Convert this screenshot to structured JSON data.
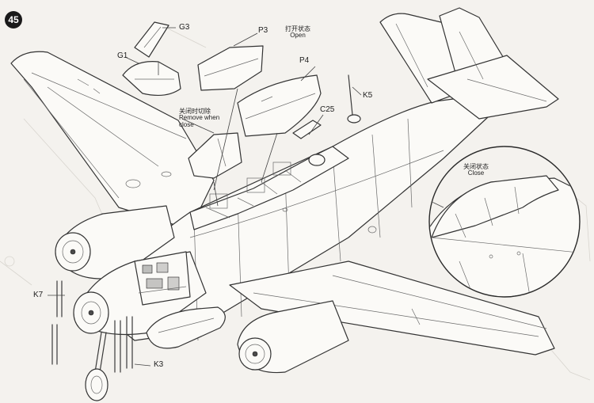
{
  "step_number": "45",
  "parts": {
    "g3": "G3",
    "g1": "G1",
    "p3": "P3",
    "p4": "P4",
    "k5": "K5",
    "c25": "C25",
    "k7": "K7",
    "k3": "K3"
  },
  "notes": {
    "open_cn": "打开状态",
    "open_en": "Open",
    "remove_cn": "关闭时切除",
    "remove_en_1": "Remove when",
    "remove_en_2": "close",
    "close_cn": "关闭状态",
    "close_en": "Close"
  }
}
